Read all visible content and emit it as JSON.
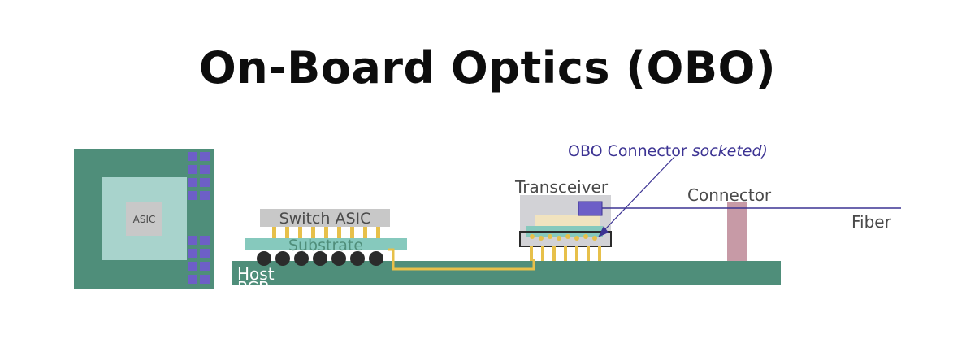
{
  "title": "On-Board Optics (OBO)",
  "labels": {
    "asic_chip": "ASIC",
    "switch_asic": "Switch ASIC",
    "substrate": "Substrate",
    "host_pcb": "Host",
    "host_pcb_cut": "PCB",
    "transceiver": "Transceiver",
    "obo_connector_prefix": "OBO Connector ",
    "obo_connector_suffix": "socketed)",
    "connector": "Connector",
    "fiber": "Fiber"
  },
  "colors": {
    "pcb_green": "#4f8e7a",
    "asic_light": "#a8d3cc",
    "chip_grey": "#c8c8c8",
    "pad_purple": "#6d5fc7",
    "trace_gold": "#e7c04a",
    "substrate_teal": "#86c9bd",
    "solder_ball": "#2b2b2b",
    "transceiver_grey": "#d2d2d6",
    "optics_cream": "#f1e3bf",
    "connector_pink": "#c79aa6",
    "fiber_blue": "#3c3393",
    "label_blue": "#3c3393",
    "label_grey": "#4a4a4a"
  }
}
